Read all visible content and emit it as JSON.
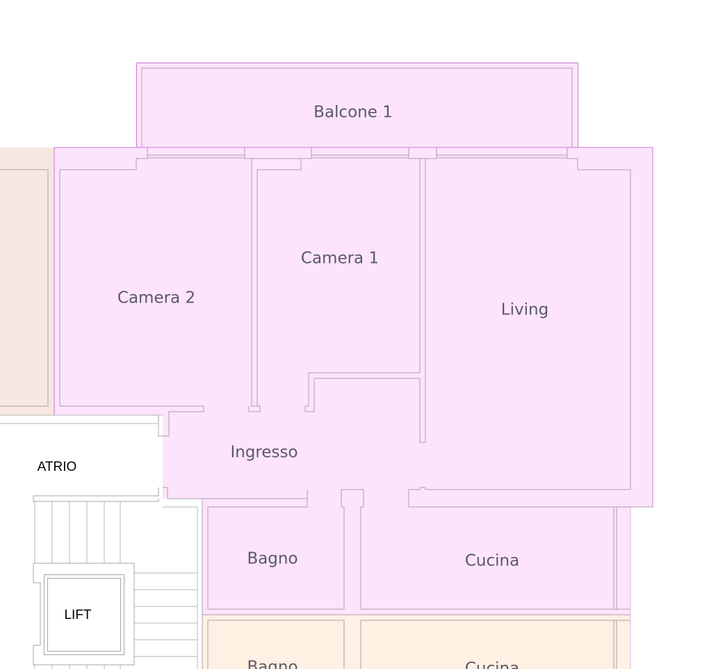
{
  "colors": {
    "apartment_fill": "#fde4fc",
    "apartment_edge": "#c77ad0",
    "neighbor_left_fill": "#f7e7e1",
    "neighbor_below_fill": "#fef0e3",
    "wall_line": "#a9a0ab",
    "stair_line": "#b5b5b5",
    "room_text": "#5a5a66"
  },
  "rooms": {
    "balcone": "Balcone 1",
    "camera2": "Camera 2",
    "camera1": "Camera 1",
    "living": "Living",
    "ingresso": "Ingresso",
    "bagno": "Bagno",
    "cucina": "Cucina",
    "bagno_below": "Bagno",
    "cucina_below": "Cucina"
  },
  "common": {
    "atrio": "ATRIO",
    "lift": "LIFT"
  }
}
